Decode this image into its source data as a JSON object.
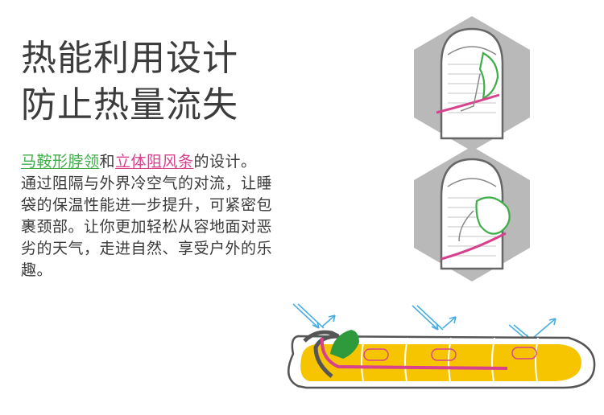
{
  "title": {
    "line1": "热能利用设计",
    "line2": "防止热量流失"
  },
  "description": {
    "highlight_green": "马鞍形脖领",
    "connector": "和",
    "highlight_pink": "立体阻风条",
    "rest": "的设计。通过阻隔与外界冷空气的对流，让睡袋的保温性能进一步提升，可紧密包裹颈部。让你更加轻松从容地面对恶劣的天气，走进自然、享受户外的乐趣。"
  },
  "colors": {
    "green": "#3fae48",
    "pink": "#d8418d",
    "yellow": "#f7c400",
    "blue_arrow": "#4aaee0",
    "gray_hex": "#b9b9b9",
    "outline": "#555555"
  },
  "illustrations": {
    "hex_top": "hood-collar-detail-icon",
    "hex_bottom": "hood-collar-open-icon",
    "bag": "sleeping-bag-heat-flow-icon"
  }
}
